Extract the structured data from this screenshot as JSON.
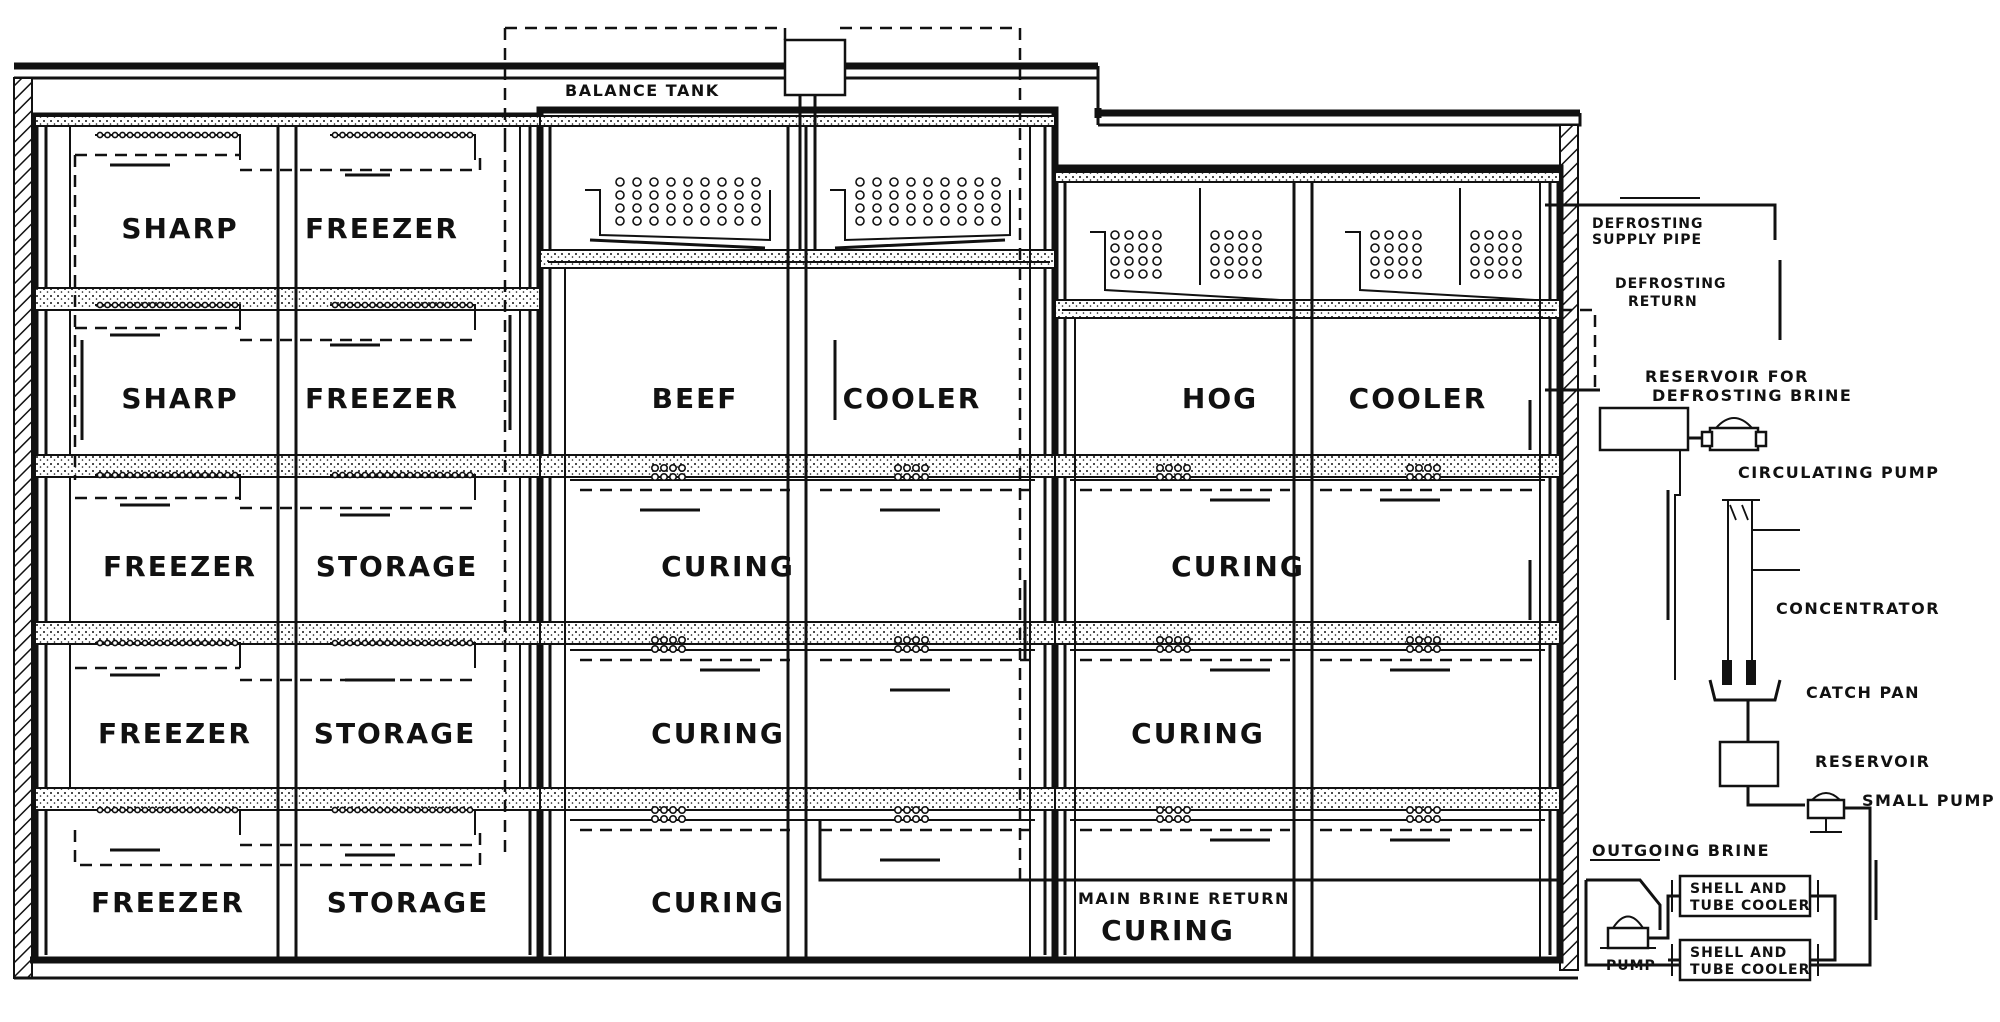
{
  "rooms": {
    "sharp_freezer_1": "SHARP",
    "freezer_1": "FREEZER",
    "sharp_freezer_2": "SHARP",
    "freezer_2": "FREEZER",
    "freezer_3": "FREEZER",
    "storage_3": "STORAGE",
    "freezer_4": "FREEZER",
    "storage_4": "STORAGE",
    "freezer_5": "FREEZER",
    "storage_5": "STORAGE",
    "beef": "BEEF",
    "beef_cooler": "COOLER",
    "curing_c3": "CURING",
    "curing_c4": "CURING",
    "curing_c5": "CURING",
    "hog": "HOG",
    "hog_cooler": "COOLER",
    "curing_r3": "CURING",
    "curing_r4": "CURING",
    "curing_r5": "CURING"
  },
  "labels": {
    "balance_tank": "BALANCE TANK",
    "defrosting_supply_1": "DEFROSTING",
    "defrosting_supply_2": "SUPPLY PIPE",
    "defrosting_return_1": "DEFROSTING",
    "defrosting_return_2": "RETURN",
    "reservoir_defrost_1": "RESERVOIR FOR",
    "reservoir_defrost_2": "DEFROSTING BRINE",
    "circulating_pump": "CIRCULATING PUMP",
    "concentrator": "CONCENTRATOR",
    "catch_pan": "CATCH PAN",
    "reservoir": "RESERVOIR",
    "small_pump": "SMALL PUMP",
    "outgoing_brine": "OUTGOING BRINE",
    "main_brine_return": "MAIN BRINE RETURN",
    "shell_tube_1a": "SHELL AND",
    "shell_tube_1b": "TUBE COOLER",
    "shell_tube_2a": "SHELL AND",
    "shell_tube_2b": "TUBE COOLER",
    "pump": "PUMP"
  }
}
